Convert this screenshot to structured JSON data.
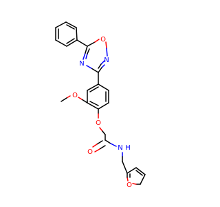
{
  "colors": {
    "bond": "#000000",
    "oxygen": "#ff0000",
    "nitrogen": "#0000ff",
    "background": "#ffffff"
  },
  "atom_labels": {
    "oxadiazole_o": "O",
    "oxadiazole_n2": "N",
    "oxadiazole_n4": "N",
    "methoxy_o": "O",
    "ether_o": "O",
    "carbonyl_o": "O",
    "amide_n": "N",
    "amide_h": "H",
    "furan_o": "O"
  }
}
